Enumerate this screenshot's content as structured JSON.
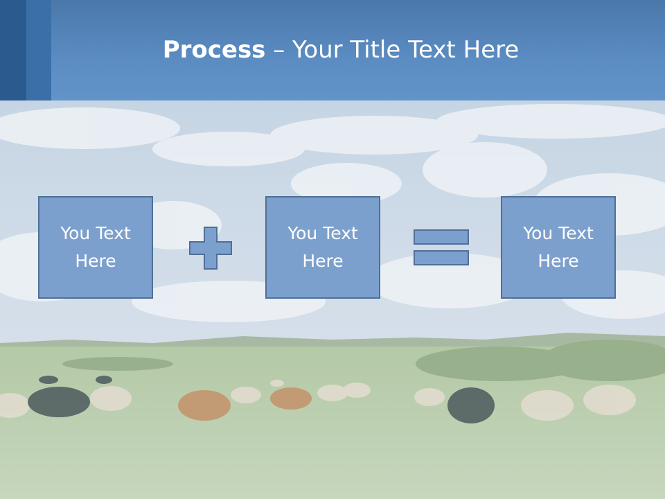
{
  "title": {
    "bold": "Process",
    "rest": " – Your Title Text Here"
  },
  "boxes": [
    {
      "text": "You Text Here"
    },
    {
      "text": "You Text Here"
    },
    {
      "text": "You Text Here"
    }
  ],
  "colors": {
    "header": "#5b8cc2",
    "box_fill": "#7ca0cd",
    "box_border": "#4f6f95"
  },
  "icons": {
    "plus": "plus-icon",
    "equals": "equals-icon"
  }
}
